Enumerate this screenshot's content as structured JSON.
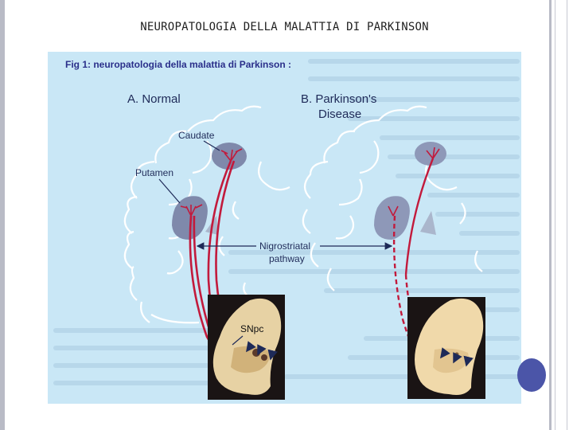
{
  "slide": {
    "title": "NEUROPATOLOGIA DELLA MALATTIA DI PARKINSON"
  },
  "figure": {
    "caption": "Fig 1: neuropatologia della malattia di Parkinson :",
    "panel_a": "A. Normal",
    "panel_b_line1": "B. Parkinson's",
    "panel_b_line2": "Disease",
    "label_caudate": "Caudate",
    "label_putamen": "Putamen",
    "label_pathway_line1": "Nigrostriatal",
    "label_pathway_line2": "pathway",
    "label_snpc": "SNpc"
  },
  "colors": {
    "figure_bg": "#c9e7f6",
    "pathway_red": "#c21a3c",
    "caption_blue": "#2a2f8a",
    "nav_dot": "#4b55a8"
  }
}
